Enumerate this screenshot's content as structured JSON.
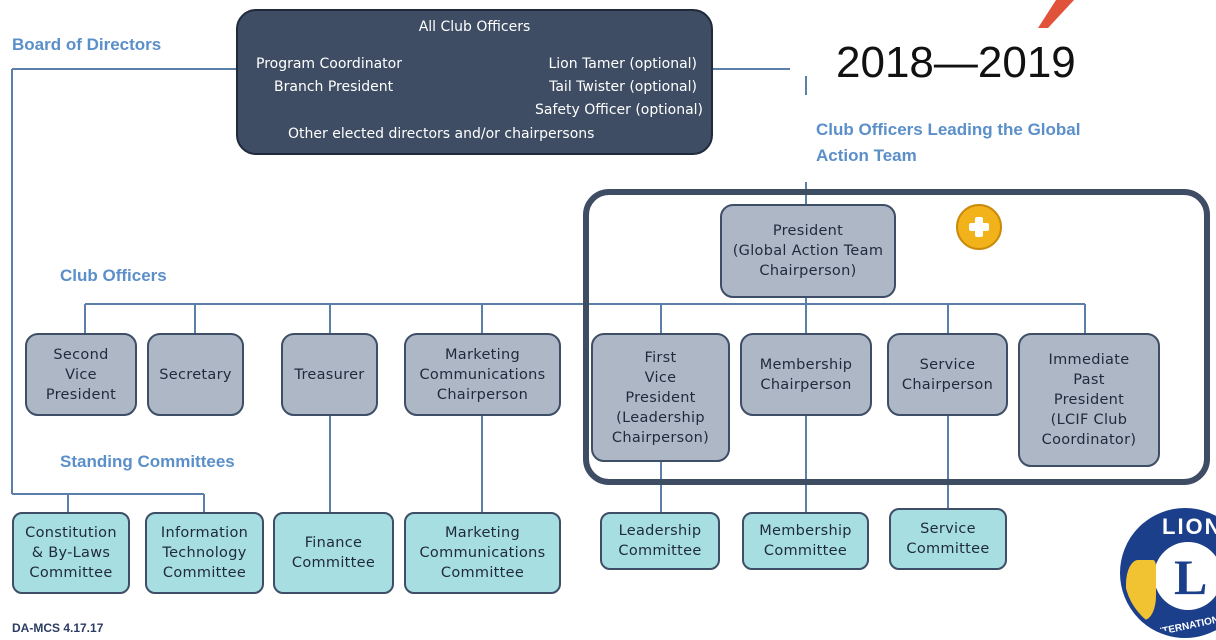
{
  "year": "2018—2019",
  "sections": {
    "board": "Board of Directors",
    "club_officers_leading": "Club Officers Leading the Global Action Team",
    "club_officers": "Club Officers",
    "standing_committees": "Standing Committees"
  },
  "all_club_officers": {
    "title": "All Club Officers",
    "program_coordinator": "Program Coordinator",
    "branch_president": "Branch President",
    "lion_tamer": "Lion Tamer (optional)",
    "tail_twister": "Tail Twister (optional)",
    "safety_officer": "Safety Officer (optional)",
    "other": "Other elected directors and/or chairpersons"
  },
  "president": "President\n(Global Action Team\nChairperson)",
  "officers": {
    "second_vp": "Second\nVice\nPresident",
    "secretary": "Secretary",
    "treasurer": "Treasurer",
    "marketing": "Marketing\nCommunications\nChairperson",
    "first_vp": "First\nVice\nPresident\n(Leadership\nChairperson)",
    "membership": "Membership\nChairperson",
    "service": "Service\nChairperson",
    "ipp": "Immediate\nPast\nPresident\n(LCIF Club\nCoordinator)"
  },
  "committees": {
    "constitution": "Constitution\n& By-Laws\nCommittee",
    "it": "Information\nTechnology\nCommittee",
    "finance": "Finance\nCommittee",
    "marketing": "Marketing\nCommunications\nCommittee",
    "leadership": "Leadership\nCommittee",
    "membership": "Membership\nCommittee",
    "service": "Service\nCommittee"
  },
  "footer": "DA-MCS 4.17.17",
  "logo_text": "LIONS INTERNATIONAL",
  "colors": {
    "officer_fill": "#aeb7c6",
    "committee_fill": "#a6dee2",
    "dark_box": "#3e4d63",
    "section_text": "#5b8fc9",
    "line": "#5b7fa8"
  }
}
